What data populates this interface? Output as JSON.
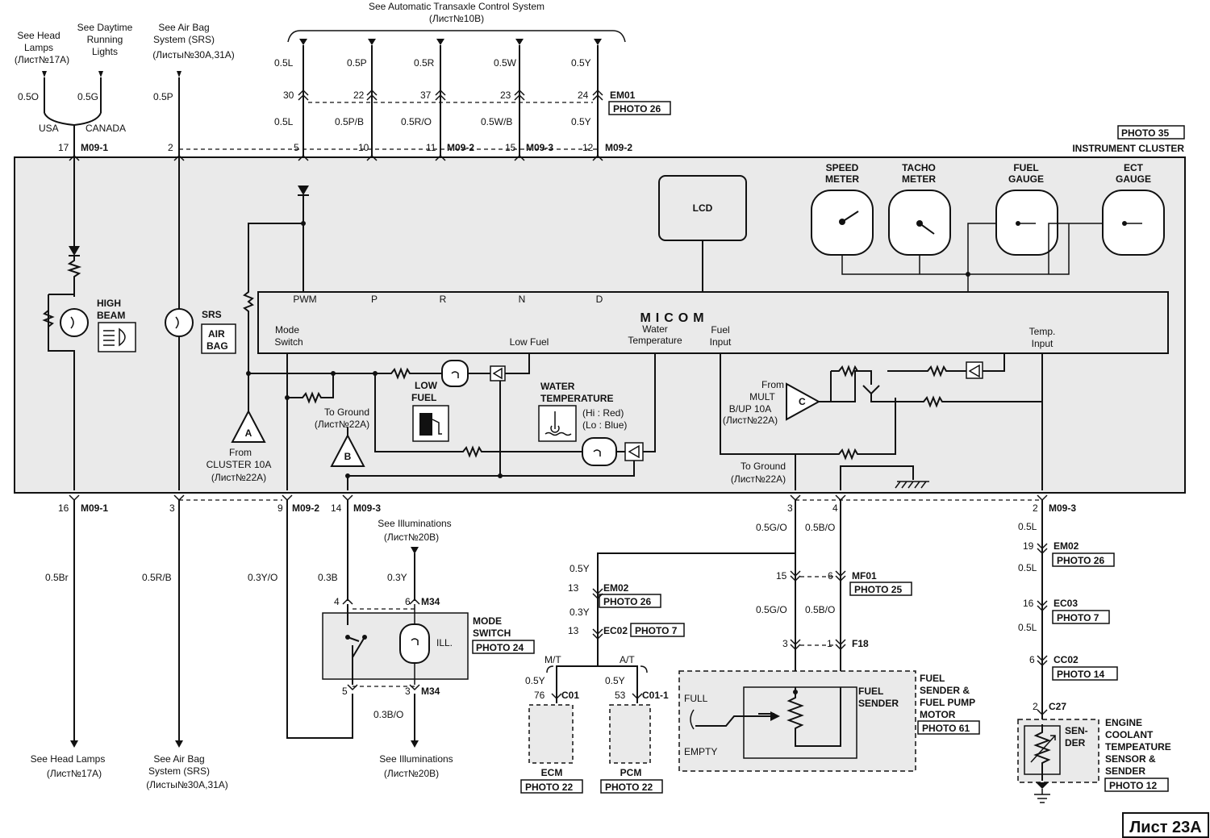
{
  "sheet_label": "Лист 23A",
  "top_ref": [
    "See Automatic Transaxle Control System",
    "(Лист№10B)"
  ],
  "refs": {
    "head_lamps_top": [
      "See Head",
      "Lamps",
      "(Лист№17A)"
    ],
    "drl_top": [
      "See Daytime",
      "Running",
      "Lights"
    ],
    "airbag_top": [
      "See Air Bag",
      "System (SRS)",
      "(Листы№30A,31A)"
    ],
    "head_lamps_bottom": [
      "See Head Lamps",
      "(Лист№17A)"
    ],
    "airbag_bottom": [
      "See Air Bag",
      "System (SRS)",
      "(Листы№30A,31A)"
    ],
    "illum_top": [
      "See Illuminations",
      "(Лист№20B)"
    ],
    "illum_bottom": [
      "See Illuminations",
      "(Лист№20B)"
    ],
    "from_cluster": [
      "From",
      "CLUSTER 10A",
      "(Лист№22A)"
    ],
    "to_ground_b": [
      "To Ground",
      "(Лист№22A)"
    ],
    "to_ground_c": [
      "To Ground",
      "(Лист№22A)"
    ],
    "from_mult": [
      "From",
      "MULT",
      "B/UP 10A",
      "(Лист№22A)"
    ]
  },
  "connectors": {
    "m091": "M09-1",
    "m092": "M09-2",
    "m093": "M09-3",
    "em01": "EM01",
    "em02": "EM02",
    "ec02": "EC02",
    "ec03": "EC03",
    "mf01": "MF01",
    "f18": "F18",
    "m34": "M34",
    "cc02": "CC02",
    "c27": "C27",
    "c01": "C01",
    "c011": "C01-1"
  },
  "photos": {
    "p26a": "PHOTO 26",
    "p35": "PHOTO 35",
    "p24": "PHOTO 24",
    "p26b": "PHOTO 26",
    "p7a": "PHOTO 7",
    "p25": "PHOTO 25",
    "p61": "PHOTO 61",
    "p26c": "PHOTO 26",
    "p7b": "PHOTO 7",
    "p14": "PHOTO 14",
    "p12": "PHOTO 12",
    "p22a": "PHOTO 22",
    "p22b": "PHOTO 22"
  },
  "cluster": {
    "title": "INSTRUMENT CLUSTER",
    "micom": "MICOM",
    "lcd": "LCD",
    "gauges": [
      "SPEED\nMETER",
      "TACHO\nMETER",
      "FUEL\nGAUGE",
      "ECT\nGAUGE"
    ],
    "gear_labels": [
      "PWM",
      "P",
      "R",
      "N",
      "D"
    ],
    "micom_inputs": {
      "mode": [
        "Mode",
        "Switch"
      ],
      "low_fuel": "Low Fuel",
      "water": [
        "Water",
        "Temperature"
      ],
      "fuel": [
        "Fuel",
        "Input"
      ],
      "temp": [
        "Temp.",
        "Input"
      ]
    },
    "high_beam": [
      "HIGH",
      "BEAM"
    ],
    "srs": "SRS",
    "airbag": [
      "AIR",
      "BAG"
    ],
    "low_fuel": [
      "LOW",
      "FUEL"
    ],
    "water_temp": "WATER\nTEMPERATURE",
    "water_colors": [
      "(Hi : Red)",
      "(Lo : Blue)"
    ],
    "region_usa": "USA",
    "region_canada": "CANADA"
  },
  "wires": {
    "top_left": [
      "0.5O",
      "0.5G",
      "0.5P"
    ],
    "ats_upper": [
      "0.5L",
      "0.5P",
      "0.5R",
      "0.5W",
      "0.5Y"
    ],
    "ats_pins_upper": [
      "30",
      "22",
      "37",
      "23",
      "24"
    ],
    "ats_lower": [
      "0.5L",
      "0.5P/B",
      "0.5R/O",
      "0.5W/B",
      "0.5Y"
    ],
    "cluster_top_pins": [
      "17",
      "2",
      "5",
      "10",
      "11",
      "15",
      "12"
    ],
    "bottom_pins": [
      "16",
      "3",
      "9",
      "14",
      "3",
      "4",
      "2"
    ],
    "bottom_wires": [
      "0.5Br",
      "0.5R/B",
      "0.3Y/O",
      "0.3B",
      "0.3Y"
    ],
    "fuel_wires": [
      "0.5G/O",
      "0.5B/O"
    ],
    "fuel_pins": [
      "15",
      "6",
      "3",
      "1"
    ],
    "ecm_wires": [
      "0.5Y",
      "0.3Y",
      "0.5Y",
      "0.5Y"
    ],
    "ecm_pins": [
      "13",
      "13",
      "76",
      "53"
    ],
    "temp_wires": [
      "0.5L",
      "0.5L",
      "0.5L"
    ],
    "temp_pins": [
      "19",
      "16",
      "6",
      "2"
    ],
    "mode_pins": [
      "4",
      "6",
      "5",
      "3"
    ],
    "mode_wire_bottom": "0.3B/O",
    "mt": "M/T",
    "at": "A/T"
  },
  "components": {
    "mode_switch": [
      "MODE",
      "SWITCH"
    ],
    "ill": "ILL.",
    "ecm": "ECM",
    "pcm": "PCM",
    "fuel_sender": [
      "FUEL",
      "SENDER"
    ],
    "fuel_assy": [
      "FUEL",
      "SENDER &",
      "FUEL PUMP",
      "MOTOR"
    ],
    "full": "FULL",
    "empty": "EMPTY",
    "ect_sender": [
      "SEN-",
      "DER"
    ],
    "ect_assy": [
      "ENGINE",
      "COOLANT",
      "TEMPEATURE",
      "SENSOR &",
      "SENDER"
    ],
    "tri_a": "A",
    "tri_b": "B",
    "amp_c": "C"
  }
}
